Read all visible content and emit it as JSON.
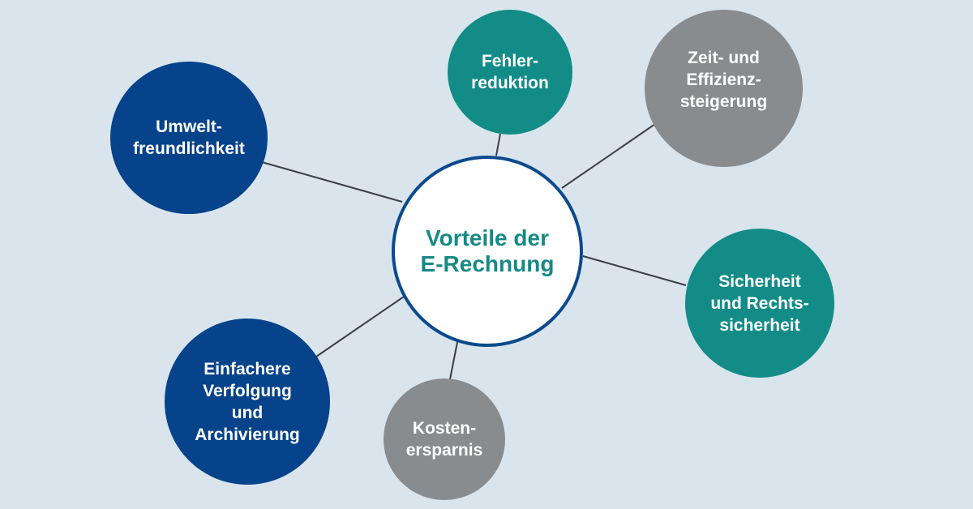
{
  "center": {
    "label": "Vorteile der\nE-Rechnung"
  },
  "nodes": [
    {
      "id": "umwelt",
      "label": "Umwelt-\nfreundlichkeit",
      "color": "#07438a"
    },
    {
      "id": "fehler",
      "label": "Fehler-\nreduktion",
      "color": "#138c88"
    },
    {
      "id": "zeit",
      "label": "Zeit- und\nEffizienz-\nsteigerung",
      "color": "#898c8f"
    },
    {
      "id": "sicherheit",
      "label": "Sicherheit\nund Rechts-\nsicherheit",
      "color": "#138c88"
    },
    {
      "id": "kosten",
      "label": "Kosten-\nersparnis",
      "color": "#898c8f"
    },
    {
      "id": "archiv",
      "label": "Einfachere\nVerfolgung\nund\nArchivierung",
      "color": "#07438a"
    }
  ]
}
